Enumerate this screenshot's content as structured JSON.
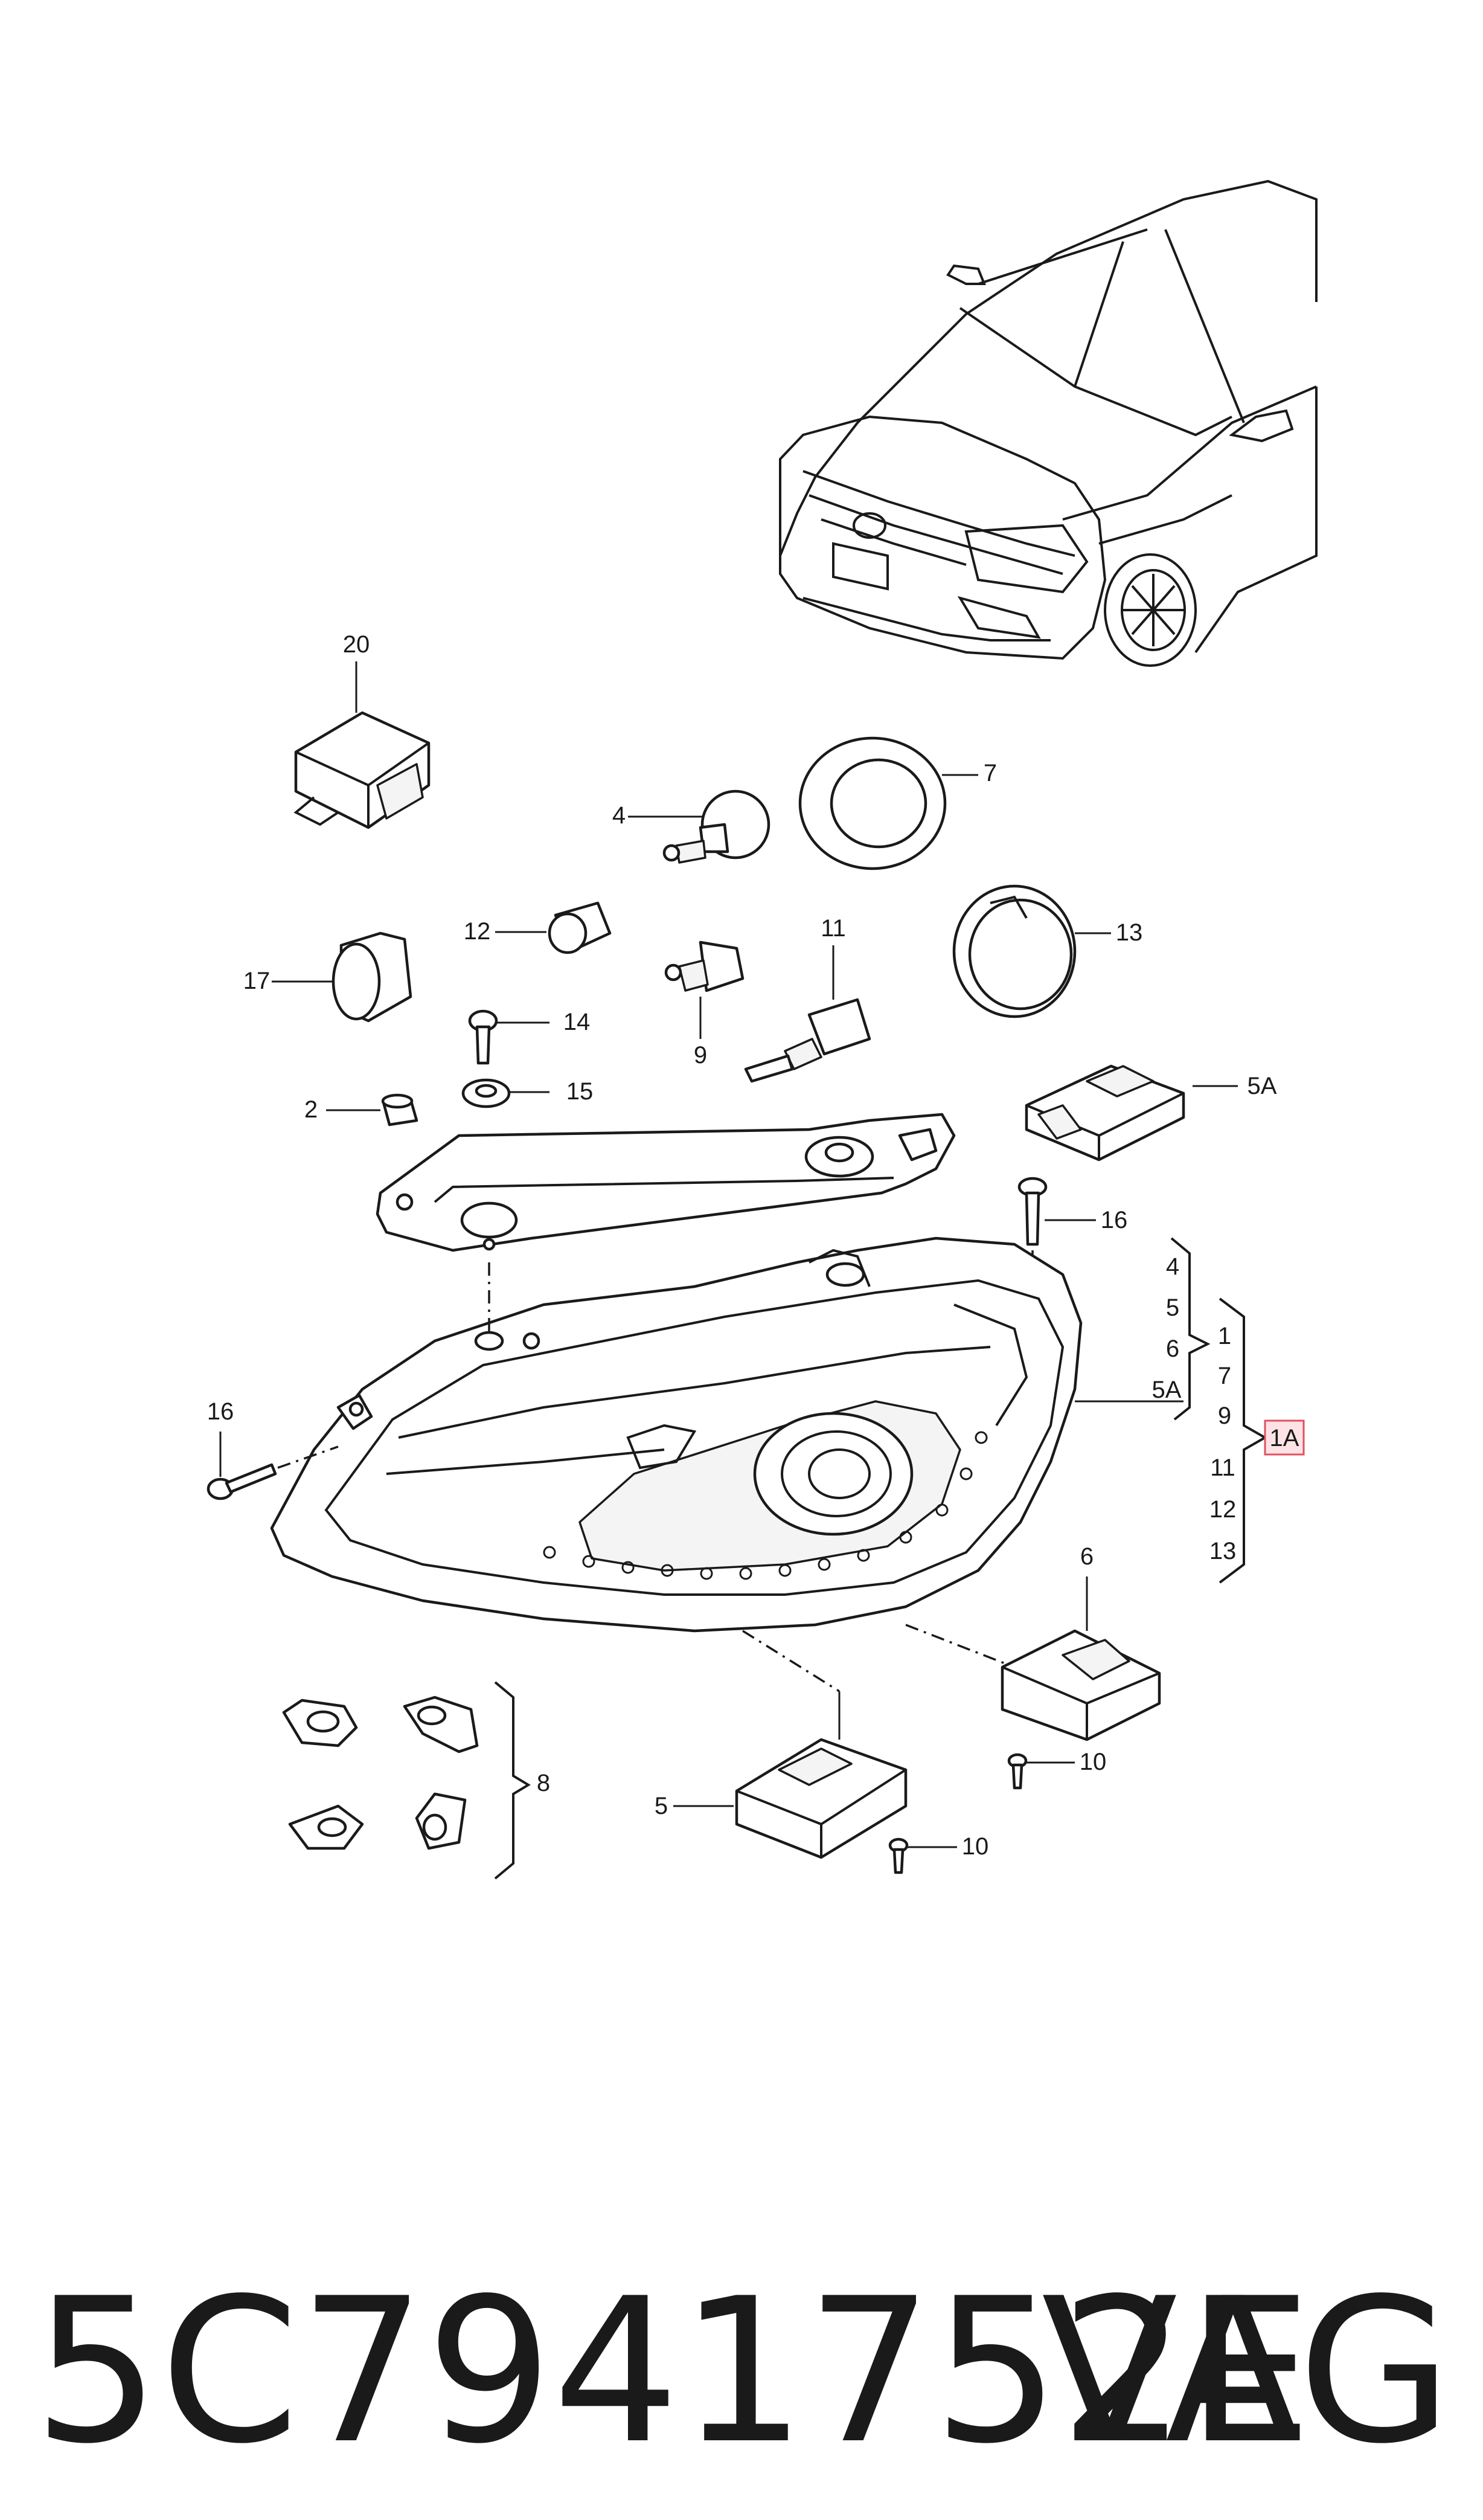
{
  "diagram": {
    "callouts": {
      "c20": "20",
      "c7": "7",
      "c4": "4",
      "c12": "12",
      "c11": "11",
      "c13": "13",
      "c17": "17",
      "c14": "14",
      "c9": "9",
      "c2": "2",
      "c15": "15",
      "c5A_top": "5A",
      "c16_right": "16",
      "c16_left": "16",
      "c6": "6",
      "c8": "8",
      "c5": "5",
      "c10_a": "10",
      "c10_b": "10"
    },
    "bracket_inner": [
      "4",
      "5",
      "6",
      "5A"
    ],
    "bracket_outer": [
      "1",
      "7",
      "9",
      "11",
      "12",
      "13"
    ],
    "highlighted_part": "1A"
  },
  "footer": {
    "part_number": "5C7941752E",
    "brand": "VAG"
  },
  "colors": {
    "line": "#1a1a1a",
    "highlight_fill": "#fde3e6",
    "highlight_border": "#e0525f"
  }
}
